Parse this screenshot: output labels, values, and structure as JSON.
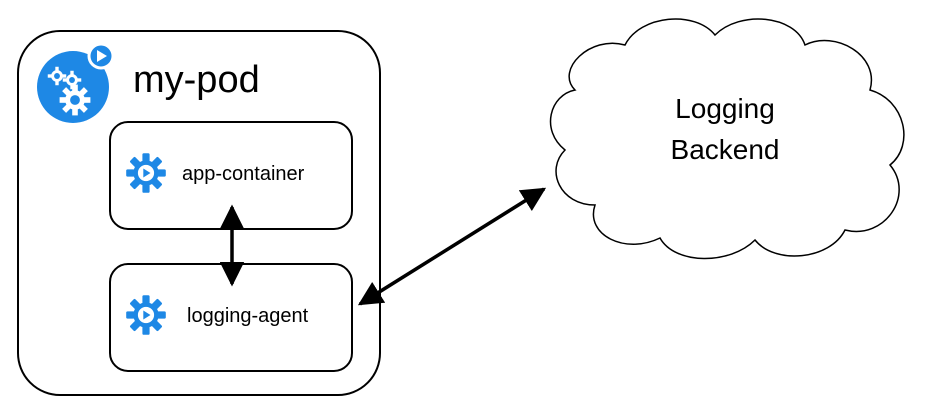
{
  "pod": {
    "title": "my-pod",
    "icon": "kubernetes-pod-icon"
  },
  "containers": [
    {
      "label": "app-container",
      "icon": "container-gear-icon"
    },
    {
      "label": "logging-agent",
      "icon": "container-gear-icon"
    }
  ],
  "backend": {
    "line1": "Logging",
    "line2": "Backend"
  },
  "colors": {
    "icon_blue": "#1e88e5",
    "outline": "#000000",
    "cloud_fill": "#ffffff"
  }
}
